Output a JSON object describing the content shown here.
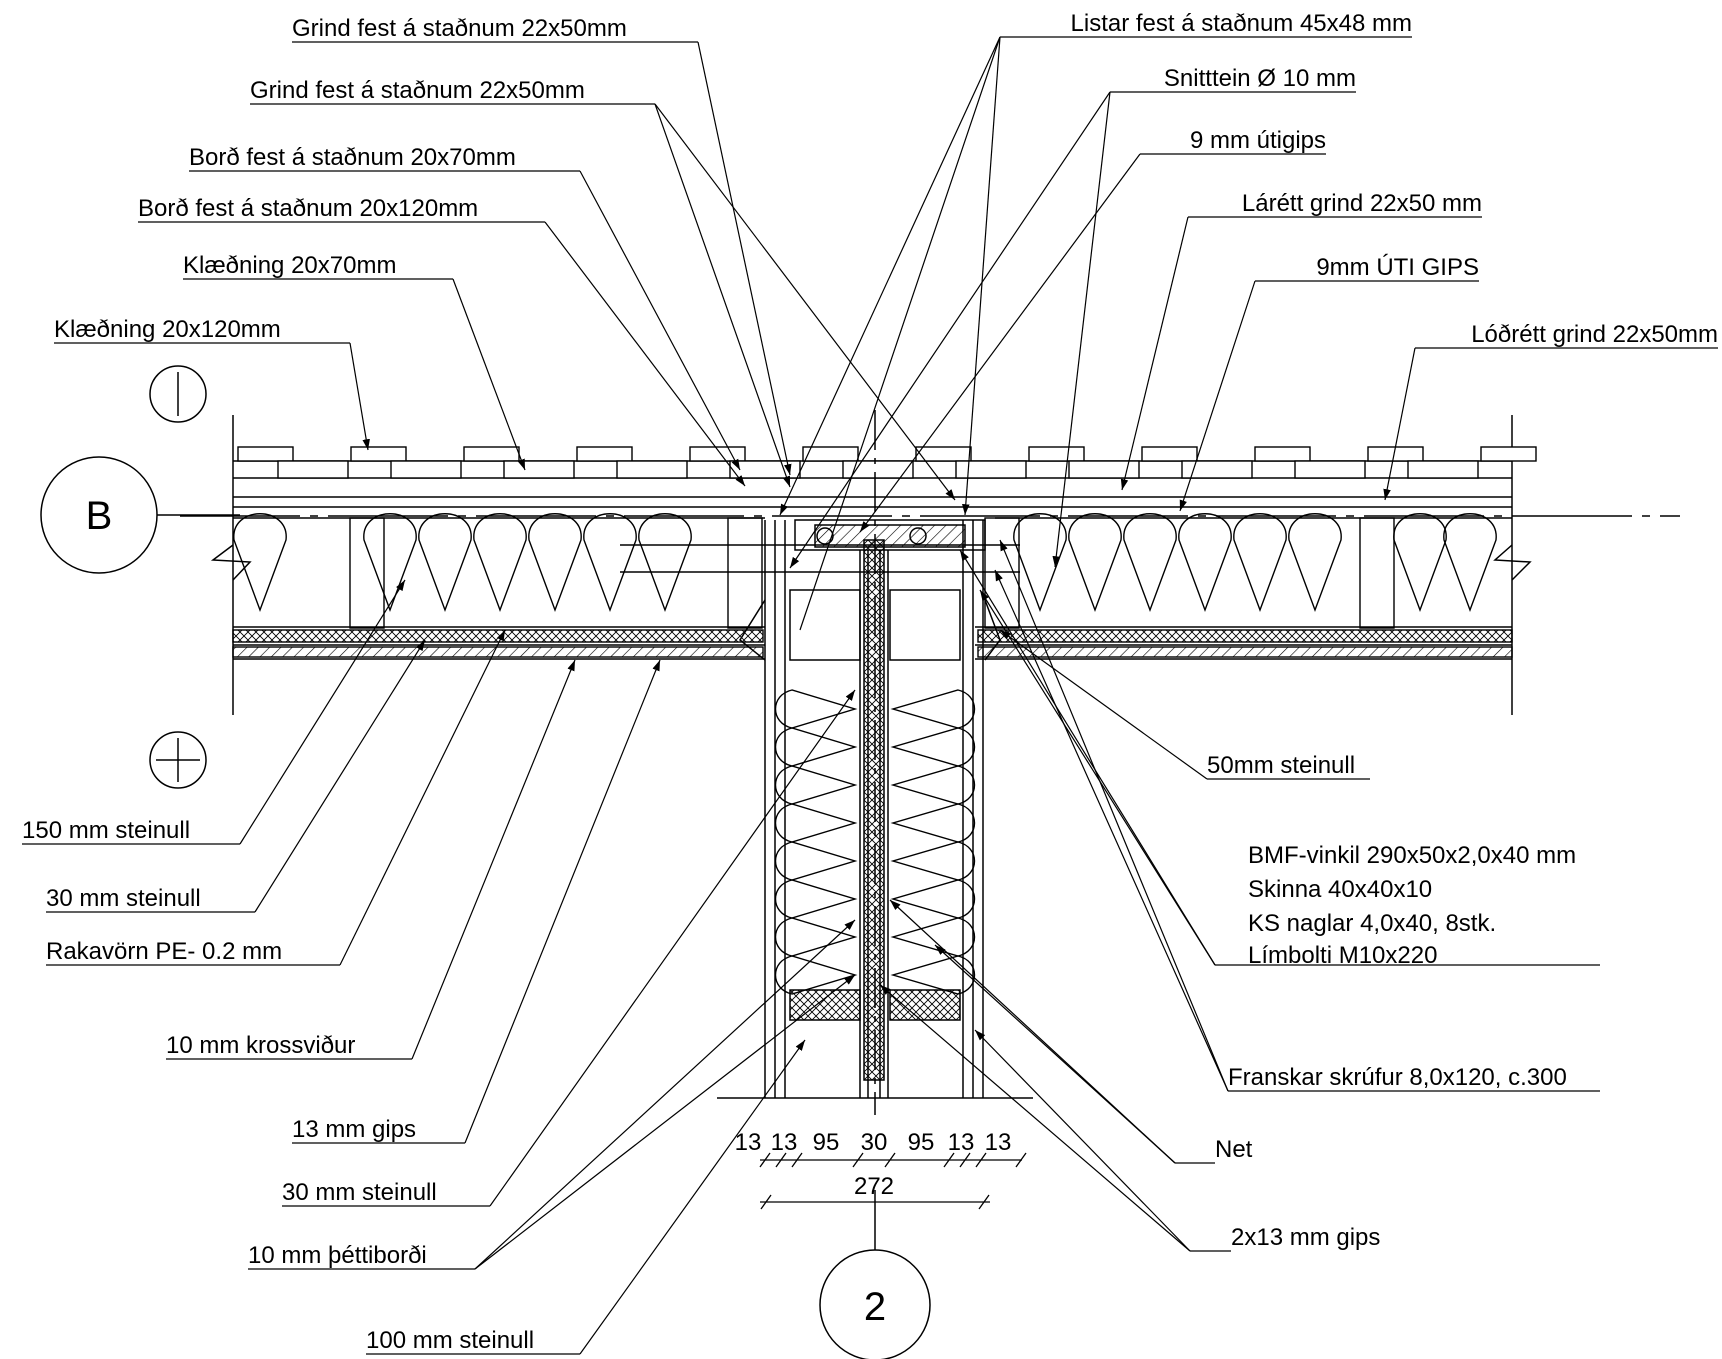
{
  "markers": {
    "grid_b": "B",
    "grid_2": "2"
  },
  "labels_left": [
    "Grind fest á staðnum 22x50mm",
    "Grind fest á staðnum 22x50mm",
    "Borð fest á staðnum 20x70mm",
    "Borð fest á staðnum 20x120mm",
    "Klæðning 20x70mm",
    "Klæðning 20x120mm"
  ],
  "labels_right": [
    "Listar fest á staðnum 45x48 mm",
    "Snitttein Ø 10 mm",
    "9 mm útigips",
    "Lárétt grind 22x50 mm",
    "9mm ÚTI GIPS",
    "Lóðrétt grind 22x50mm"
  ],
  "labels_bottom_left": [
    "150 mm steinull",
    "30 mm steinull",
    "Rakavörn PE- 0.2 mm",
    "10 mm krossviður",
    "13 mm gips",
    "30 mm steinull",
    "10 mm þéttiborði",
    "100 mm steinull"
  ],
  "labels_bottom_right": {
    "steinull50": "50mm steinull",
    "bmf": [
      "BMF-vinkil 290x50x2,0x40 mm",
      "Skinna 40x40x10",
      "KS naglar 4,0x40, 8stk.",
      "Límbolti M10x220"
    ],
    "franskar": "Franskar skrúfur 8,0x120, c.300",
    "net": "Net",
    "gips2x13": "2x13 mm gips"
  },
  "dimensions": {
    "parts": [
      "13",
      "13",
      "95",
      "30",
      "95",
      "13",
      "13"
    ],
    "total": "272"
  }
}
